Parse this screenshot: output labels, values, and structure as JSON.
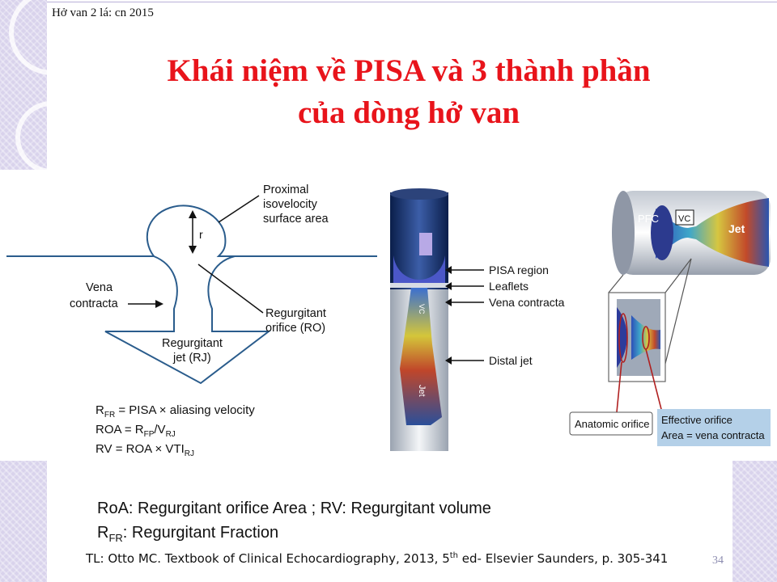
{
  "header_note": "Hở van 2 lá: cn 2015",
  "title": {
    "line1": "Khái niệm về PISA và 3 thành phần",
    "line2": "của dòng hở van"
  },
  "figure_left": {
    "label_pisa_1": "Proximal",
    "label_pisa_2": "isovelocity",
    "label_pisa_3": "surface area",
    "label_r": "r",
    "label_vena_1": "Vena",
    "label_vena_2": "contracta",
    "label_ro_1": "Regurgitant",
    "label_ro_2": "orifice (RO)",
    "label_rj_1": "Regurgitant",
    "label_rj_2": "jet (RJ)",
    "formula1": "RFR = PISA × aliasing velocity",
    "formula2": "ROA = RFP/VRJ",
    "formula3": "RV = ROA × VTIRJ"
  },
  "figure_middle": {
    "label_pisa_region": "PISA region",
    "label_leaflets": "Leaflets",
    "label_vena_contracta": "Vena contracta",
    "label_distal_jet": "Distal jet",
    "label_vc": "VC",
    "label_jet": "Jet"
  },
  "figure_right": {
    "label_pfc": "PFC",
    "label_vc": "VC",
    "label_jet": "Jet",
    "label_anatomic": "Anatomic orifice",
    "label_effective_1": "Effective orifice",
    "label_effective_2": "Area = vena contracta"
  },
  "caption": {
    "line1": "RoA: Regurgitant orifice Area ; RV: Regurgitant volume",
    "line2_r": "R",
    "line2_sub": "FR",
    "line2_rest": ": Regurgitant Fraction"
  },
  "reference": {
    "pre": "TL: Otto MC. Textbook of Clinical Echocardiography, 2013, 5",
    "sup": "th",
    "post": " ed- Elsevier Saunders, p. 305-341"
  },
  "page_number": "34",
  "colors": {
    "title_red": "#e8141b",
    "diagram_blue": "#2a5c8c",
    "lavender": "#d9d3ec"
  }
}
